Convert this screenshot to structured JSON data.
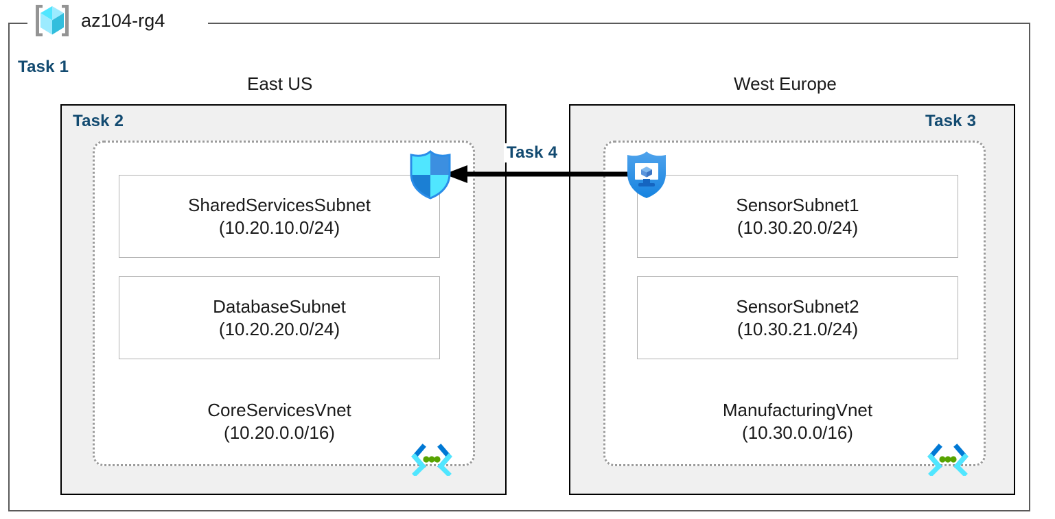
{
  "resource_group": {
    "name": "az104-rg4",
    "icon": "resource-group-cube-icon"
  },
  "tasks": {
    "task1": "Task 1",
    "task2": "Task 2",
    "task3": "Task 3",
    "task4": "Task 4"
  },
  "regions": [
    {
      "label": "East US",
      "side": "left"
    },
    {
      "label": "West Europe",
      "side": "right"
    }
  ],
  "vnets": [
    {
      "name": "CoreServicesVnet",
      "cidr": "(10.20.0.0/16)",
      "region": "East US",
      "task": "Task 2",
      "icon": "virtual-network-icon",
      "subnets": [
        {
          "name": "SharedServicesSubnet",
          "cidr": "(10.20.10.0/24)"
        },
        {
          "name": "DatabaseSubnet",
          "cidr": "(10.20.20.0/24)"
        }
      ]
    },
    {
      "name": "ManufacturingVnet",
      "cidr": "(10.30.0.0/16)",
      "region": "West Europe",
      "task": "Task 3",
      "icon": "virtual-network-icon",
      "subnets": [
        {
          "name": "SensorSubnet1",
          "cidr": "(10.30.20.0/24)"
        },
        {
          "name": "SensorSubnet2",
          "cidr": "(10.30.21.0/24)"
        }
      ]
    }
  ],
  "icons": {
    "nsg_shield": "network-security-group-shield-icon",
    "vm_shield": "vm-protection-shield-icon",
    "vnet_glyph": "virtual-network-icon",
    "peering_arrow": "peering-arrow-icon"
  },
  "colors": {
    "task_label": "#124a70",
    "region_box_fill": "#f0f0f0",
    "region_box_border": "#000000",
    "rg_border": "#5a5a5a",
    "vnet_border": "#9b9b9b",
    "subnet_border": "#b0b0b0",
    "arrow": "#000000",
    "cube_cyan": "#50E6FF",
    "shield_blue": "#0078D4",
    "vnet_green": "#57A300"
  }
}
